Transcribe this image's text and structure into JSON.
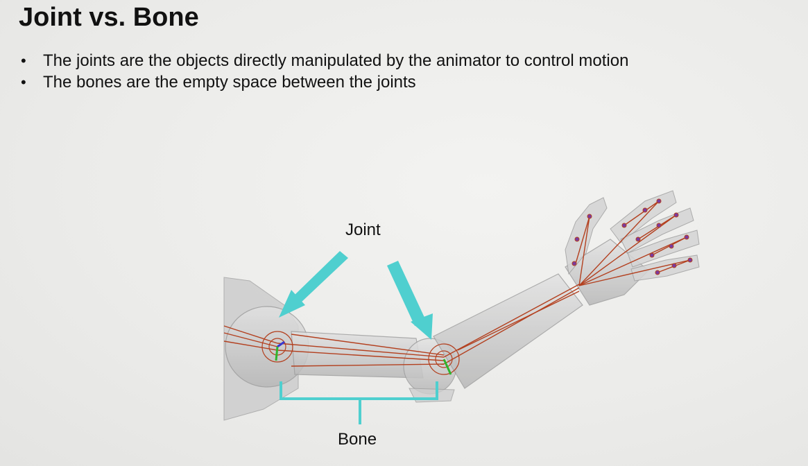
{
  "slide": {
    "title": "Joint vs. Bone",
    "bullets": [
      "The joints are the objects directly manipulated by the animator to control motion",
      "The bones are the empty space between the joints"
    ]
  },
  "figure": {
    "joint_label": "Joint",
    "bone_label": "Bone",
    "annotation_color": "#4fcfcf",
    "rig_line_color": "#b3401f",
    "mesh_color": "#c9c9c9"
  }
}
